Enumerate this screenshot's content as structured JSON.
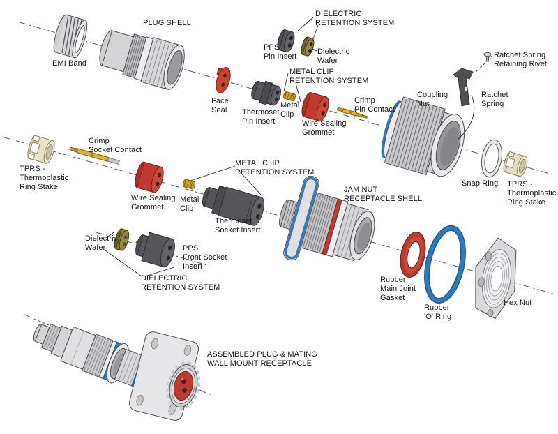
{
  "labels": [
    {
      "id": "plug-shell",
      "text": "PLUG SHELL"
    },
    {
      "id": "emi-band",
      "text": "EMI Band"
    },
    {
      "id": "dielectric-retention-system-top",
      "text": "DIELECTRIC\nRETENTION SYSTEM"
    },
    {
      "id": "pps-pin-insert",
      "text": "PPS\nPin Insert"
    },
    {
      "id": "dielectric-wafer-1",
      "text": "Dielectric\nWafer"
    },
    {
      "id": "metal-clip-retention-system-top",
      "text": "METAL CLIP\nRETENTION SYSTEM"
    },
    {
      "id": "face-seal",
      "text": "Face\nSeal"
    },
    {
      "id": "thermoset-pin-insert",
      "text": "Thermoset\nPin Insert"
    },
    {
      "id": "metal-clip-1",
      "text": "Metal\nClip"
    },
    {
      "id": "wire-sealing-grommet-1",
      "text": "Wire Sealing\nGrommet"
    },
    {
      "id": "crimp-pin-contact",
      "text": "Crimp\nPin Contact"
    },
    {
      "id": "coupling-nut",
      "text": "Coupling\nNut"
    },
    {
      "id": "ratchet-spring-retaining-rivet",
      "text": "Ratchet Spring\nRetaining Rivet"
    },
    {
      "id": "ratchet-spring",
      "text": "Ratchet\nSpring"
    },
    {
      "id": "snap-ring",
      "text": "Snap Ring"
    },
    {
      "id": "tprs-ring-stake-right",
      "text": "TPRS -\nThermoplastic\nRing Stake"
    },
    {
      "id": "tprs-ring-stake-left",
      "text": "TPRS -\nThermoplastic\nRing Stake"
    },
    {
      "id": "crimp-socket-contact",
      "text": "Crimp\nSocket Contact"
    },
    {
      "id": "wire-sealing-grommet-2",
      "text": "Wire Sealing\nGrommet"
    },
    {
      "id": "metal-clip-2",
      "text": "Metal\nClip"
    },
    {
      "id": "metal-clip-retention-system-row2",
      "text": "METAL CLIP\nRETENTION SYSTEM"
    },
    {
      "id": "thermoset-socket-insert",
      "text": "Thermoset\nSocket Insert"
    },
    {
      "id": "jam-nut-receptacle-shell",
      "text": "JAM NUT\nRECEPTACLE SHELL"
    },
    {
      "id": "rubber-main-joint-gasket",
      "text": "Rubber\nMain Joint\nGasket"
    },
    {
      "id": "rubber-o-ring",
      "text": "Rubber\n'O' Ring"
    },
    {
      "id": "hex-nut",
      "text": "Hex Nut"
    },
    {
      "id": "dielectric-wafer-2",
      "text": "Dielectric\nWafer"
    },
    {
      "id": "pps-front-socket-insert",
      "text": "PPS\nFront Socket\nInsert"
    },
    {
      "id": "dielectric-retention-system-bottom",
      "text": "DIELECTRIC\nRETENTION SYSTEM"
    },
    {
      "id": "assembled-caption",
      "text": "ASSEMBLED PLUG & MATING\nWALL MOUNT RECEPTACLE"
    }
  ],
  "colors": {
    "rubber_red": "#bf3b2f",
    "rubber_red_dark": "#7e2015",
    "ring_blue": "#2e7bbb",
    "dielectric_olive": "#8e853c",
    "contact_gold": "#d9a62a",
    "thermoplastic_cream": "#eae2c8",
    "shell_gray_light": "#d8d8da",
    "insert_gray_dark": "#55555a",
    "outline": "#4a4a4e"
  }
}
